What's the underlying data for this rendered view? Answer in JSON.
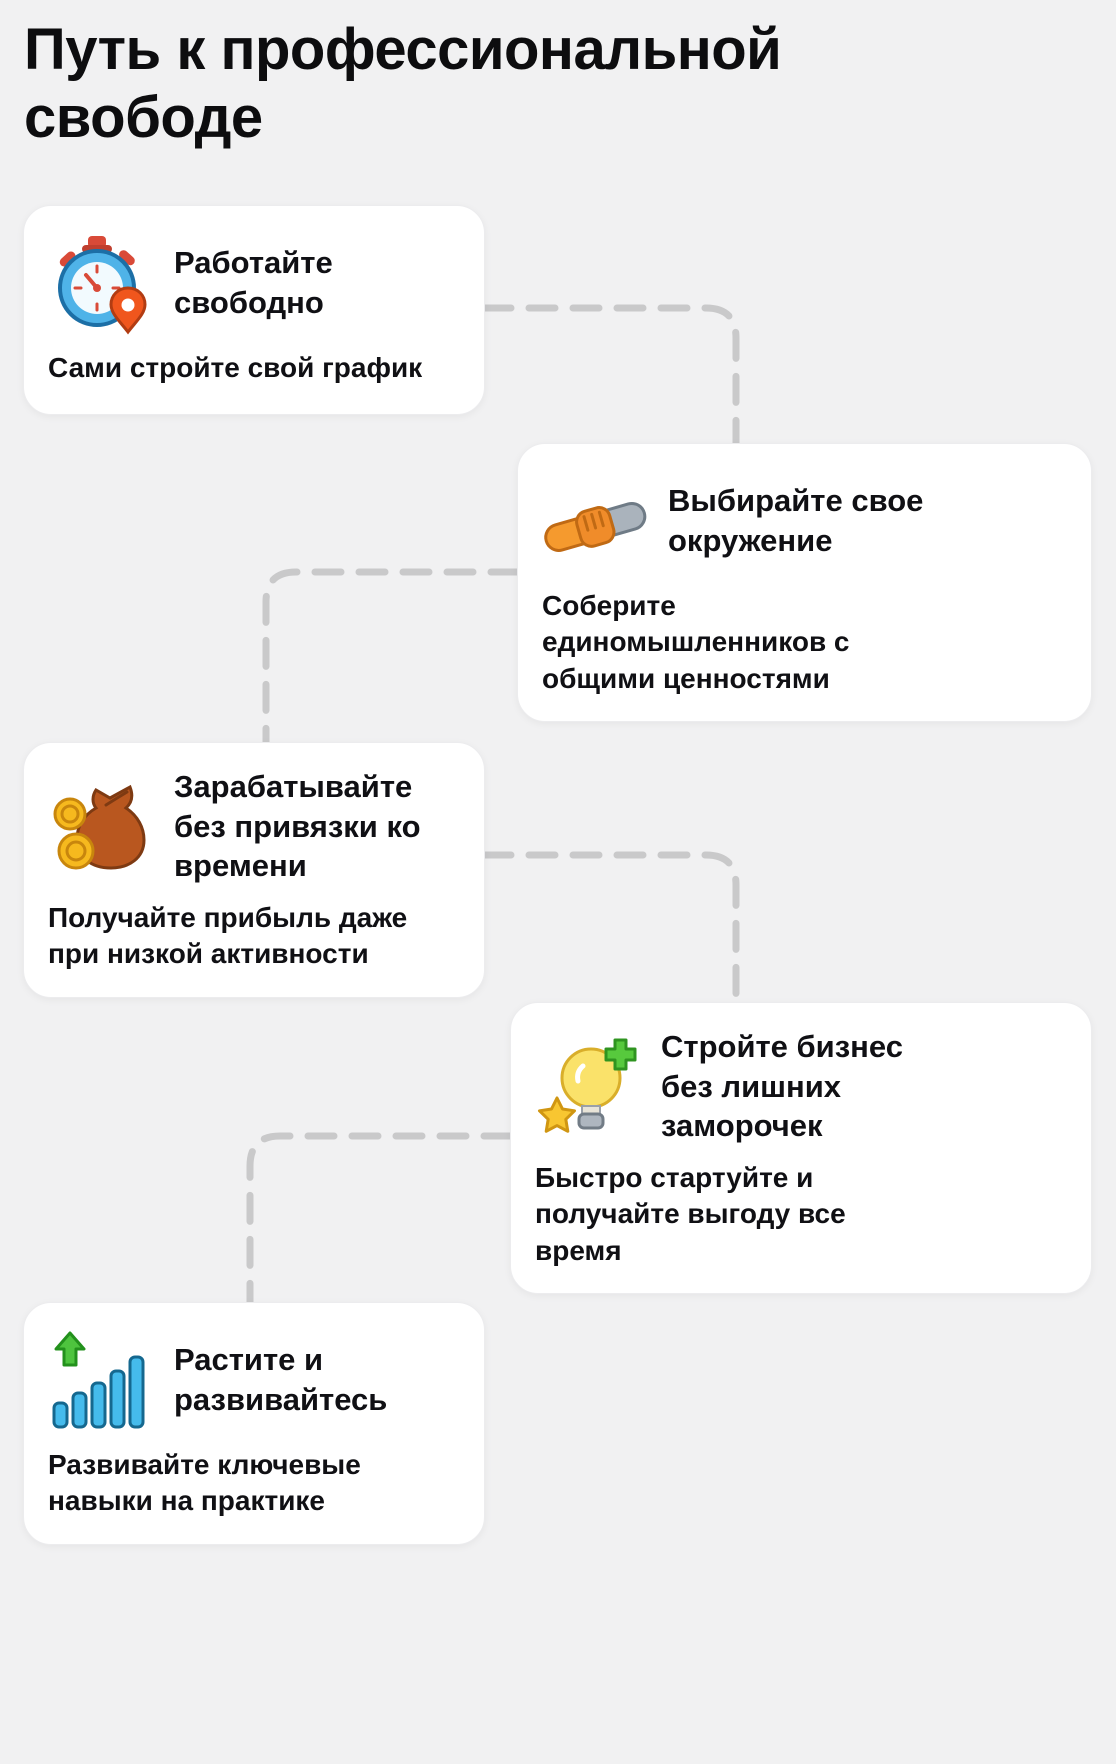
{
  "page": {
    "title": "Путь к профессиональной свободе",
    "background_color": "#f1f1f2",
    "card_color": "#ffffff",
    "text_color": "#101014",
    "connector_color": "#c9c9ca"
  },
  "cards": [
    {
      "icon": "stopwatch-pin-icon",
      "title": "Работайте свободно",
      "description": "Сами стройте свой график"
    },
    {
      "icon": "handshake-icon",
      "title": "Выбирайте свое окружение",
      "description": "Соберите единомышленников с общими ценностями"
    },
    {
      "icon": "money-bag-coins-icon",
      "title": "Зарабатывайте без привязки ко времени",
      "description": "Получайте прибыль даже при низкой активности"
    },
    {
      "icon": "lightbulb-plus-star-icon",
      "title": "Стройте бизнес без лишних заморочек",
      "description": "Быстро стартуйте и получайте выгоду все время"
    },
    {
      "icon": "growth-bars-arrow-icon",
      "title": "Растите и развивайтесь",
      "description": "Развивайте ключевые навыки на практике"
    }
  ]
}
